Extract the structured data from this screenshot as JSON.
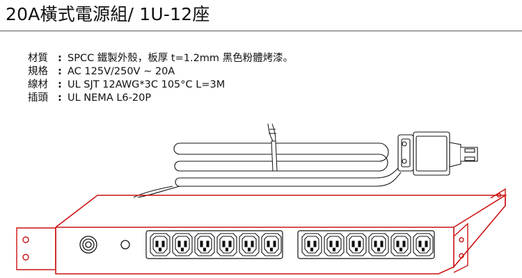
{
  "title": "20A橫式電源組/ 1U-12座",
  "specs": [
    {
      "label": "材質",
      "colon": ":",
      "value": "SPCC 鐵製外殼，板厚 t=1.2mm  黑色粉體烤漆。"
    },
    {
      "label": "規格",
      "colon": ":",
      "value": "AC 125V/250V ~ 20A"
    },
    {
      "label": "線材",
      "colon": ":",
      "value": "UL SJT 12AWG*3C  105°C  L=3M"
    },
    {
      "label": "插頭",
      "colon": ":",
      "value": "UL NEMA L6-20P"
    }
  ],
  "drawing": {
    "outlet_groups": [
      6,
      6
    ],
    "colors": {
      "chassis_outline": "#cc1111",
      "line_art": "#111111"
    },
    "icon": "power-strip-line-drawing"
  }
}
